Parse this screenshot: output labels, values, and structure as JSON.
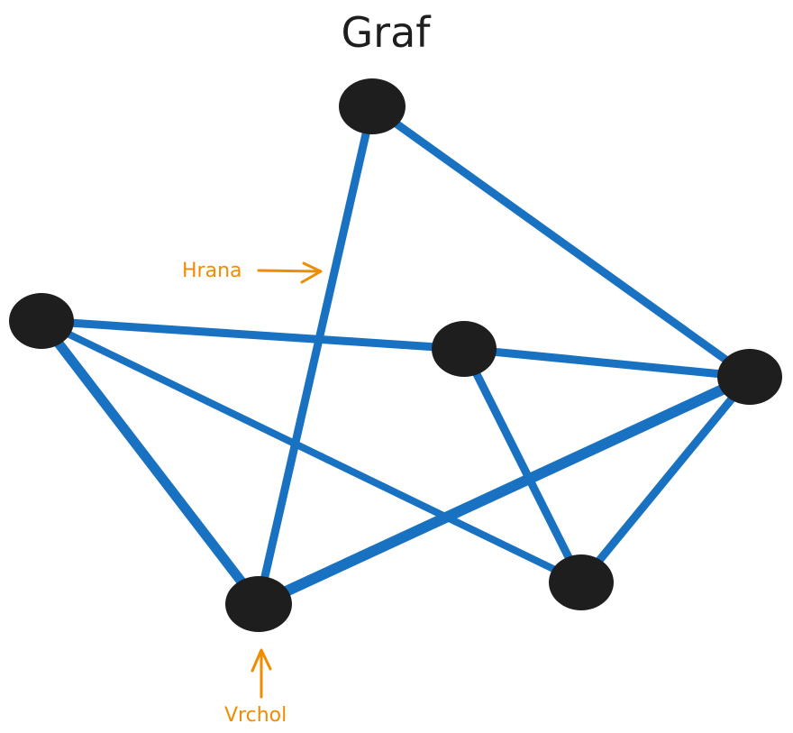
{
  "title": "Graf",
  "colors": {
    "node": "#1e1e1e",
    "edge": "#1971c2",
    "annotation": "#f08c00",
    "text": "#1e1e1e"
  },
  "graph": {
    "nodes": [
      {
        "id": "n1",
        "name": "vertex-top"
      },
      {
        "id": "n2",
        "name": "vertex-left"
      },
      {
        "id": "n3",
        "name": "vertex-center"
      },
      {
        "id": "n4",
        "name": "vertex-right"
      },
      {
        "id": "n5",
        "name": "vertex-bottom-left"
      },
      {
        "id": "n6",
        "name": "vertex-bottom-right"
      }
    ],
    "edges": [
      {
        "from": "n1",
        "to": "n5"
      },
      {
        "from": "n1",
        "to": "n4"
      },
      {
        "from": "n2",
        "to": "n3"
      },
      {
        "from": "n3",
        "to": "n4"
      },
      {
        "from": "n2",
        "to": "n5"
      },
      {
        "from": "n2",
        "to": "n6"
      },
      {
        "from": "n3",
        "to": "n6"
      },
      {
        "from": "n4",
        "to": "n5"
      },
      {
        "from": "n4",
        "to": "n6"
      }
    ]
  },
  "annotations": {
    "edge_label": "Hrana",
    "vertex_label": "Vrchol"
  }
}
